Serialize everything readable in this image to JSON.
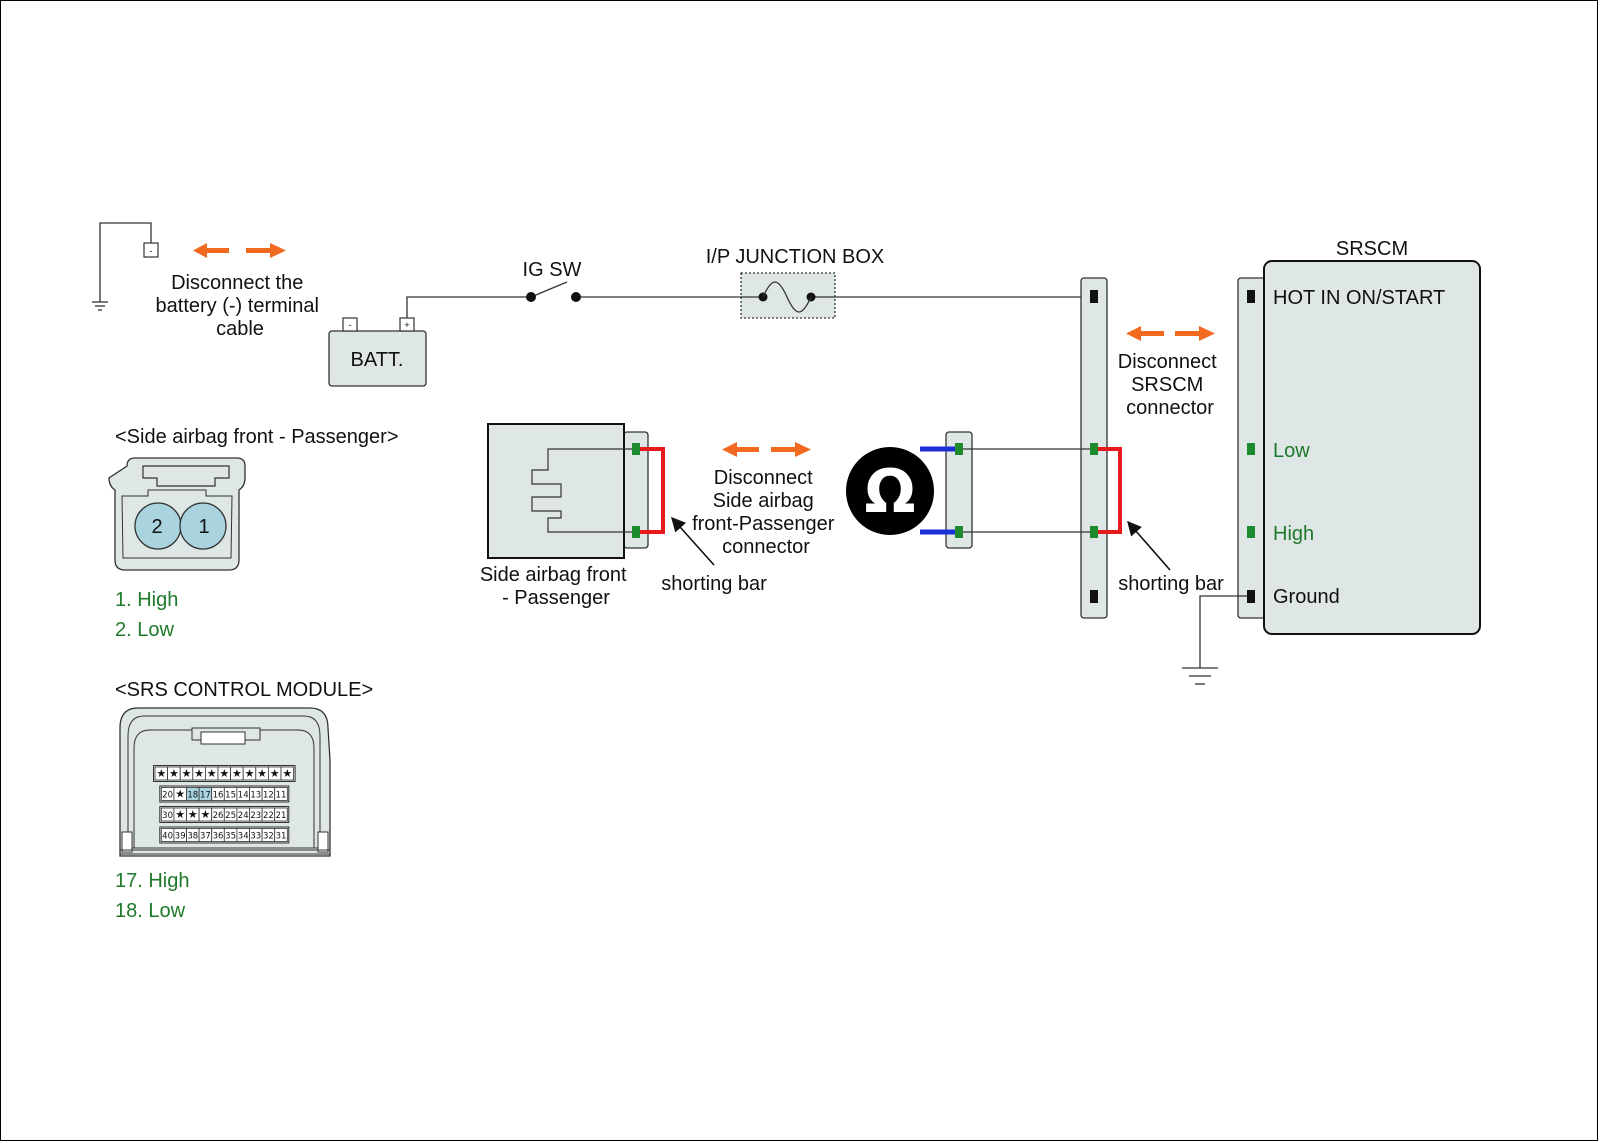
{
  "battery_note": [
    "Disconnect the",
    "battery (-) terminal",
    "cable"
  ],
  "minus_sign": "-",
  "plus_sign": "+",
  "battery_label": "BATT.",
  "ig_switch_label": "IG SW",
  "junction_box_label": "I/P JUNCTION BOX",
  "srscm_title": "SRSCM",
  "srscm_pins": {
    "hot": "HOT IN ON/START",
    "low": "Low",
    "high": "High",
    "ground": "Ground"
  },
  "srscm_note": [
    "Disconnect",
    "SRSCM",
    "connector"
  ],
  "airbag_note": [
    "Disconnect",
    "Side airbag",
    "front-Passenger",
    "connector"
  ],
  "ohm_symbol": "Ω",
  "airbag_component_label": [
    "Side airbag front",
    "- Passenger"
  ],
  "shorting_bar_label": "shorting bar",
  "side_airbag_connector": {
    "title": "<Side airbag front - Passenger>",
    "pins": [
      "2",
      "1"
    ],
    "legend": [
      "1. High",
      "2. Low"
    ]
  },
  "srs_module_connector": {
    "title": "<SRS CONTROL MODULE>",
    "rows": [
      [
        "★",
        "★",
        "★",
        "★",
        "★",
        "★",
        "★",
        "★",
        "★",
        "★",
        "★"
      ],
      [
        "20",
        "★",
        "18",
        "17",
        "16",
        "15",
        "14",
        "13",
        "12",
        "11"
      ],
      [
        "30",
        "★",
        "★",
        "★",
        "26",
        "25",
        "24",
        "23",
        "22",
        "21"
      ],
      [
        "40",
        "39",
        "38",
        "37",
        "36",
        "35",
        "34",
        "33",
        "32",
        "31"
      ]
    ],
    "highlighted": [
      "18",
      "17"
    ],
    "legend": [
      "17. High",
      "18. Low"
    ]
  },
  "colors": {
    "connector_fill": "#dfe6e6",
    "pin_green": "#1e8a2e",
    "wire_red": "#e8191c",
    "wire_blue": "#1b2fd6",
    "arrow_orange": "#f26a1f",
    "pin_highlight": "#a9d3de",
    "legend_green": "#1e7a2a"
  }
}
